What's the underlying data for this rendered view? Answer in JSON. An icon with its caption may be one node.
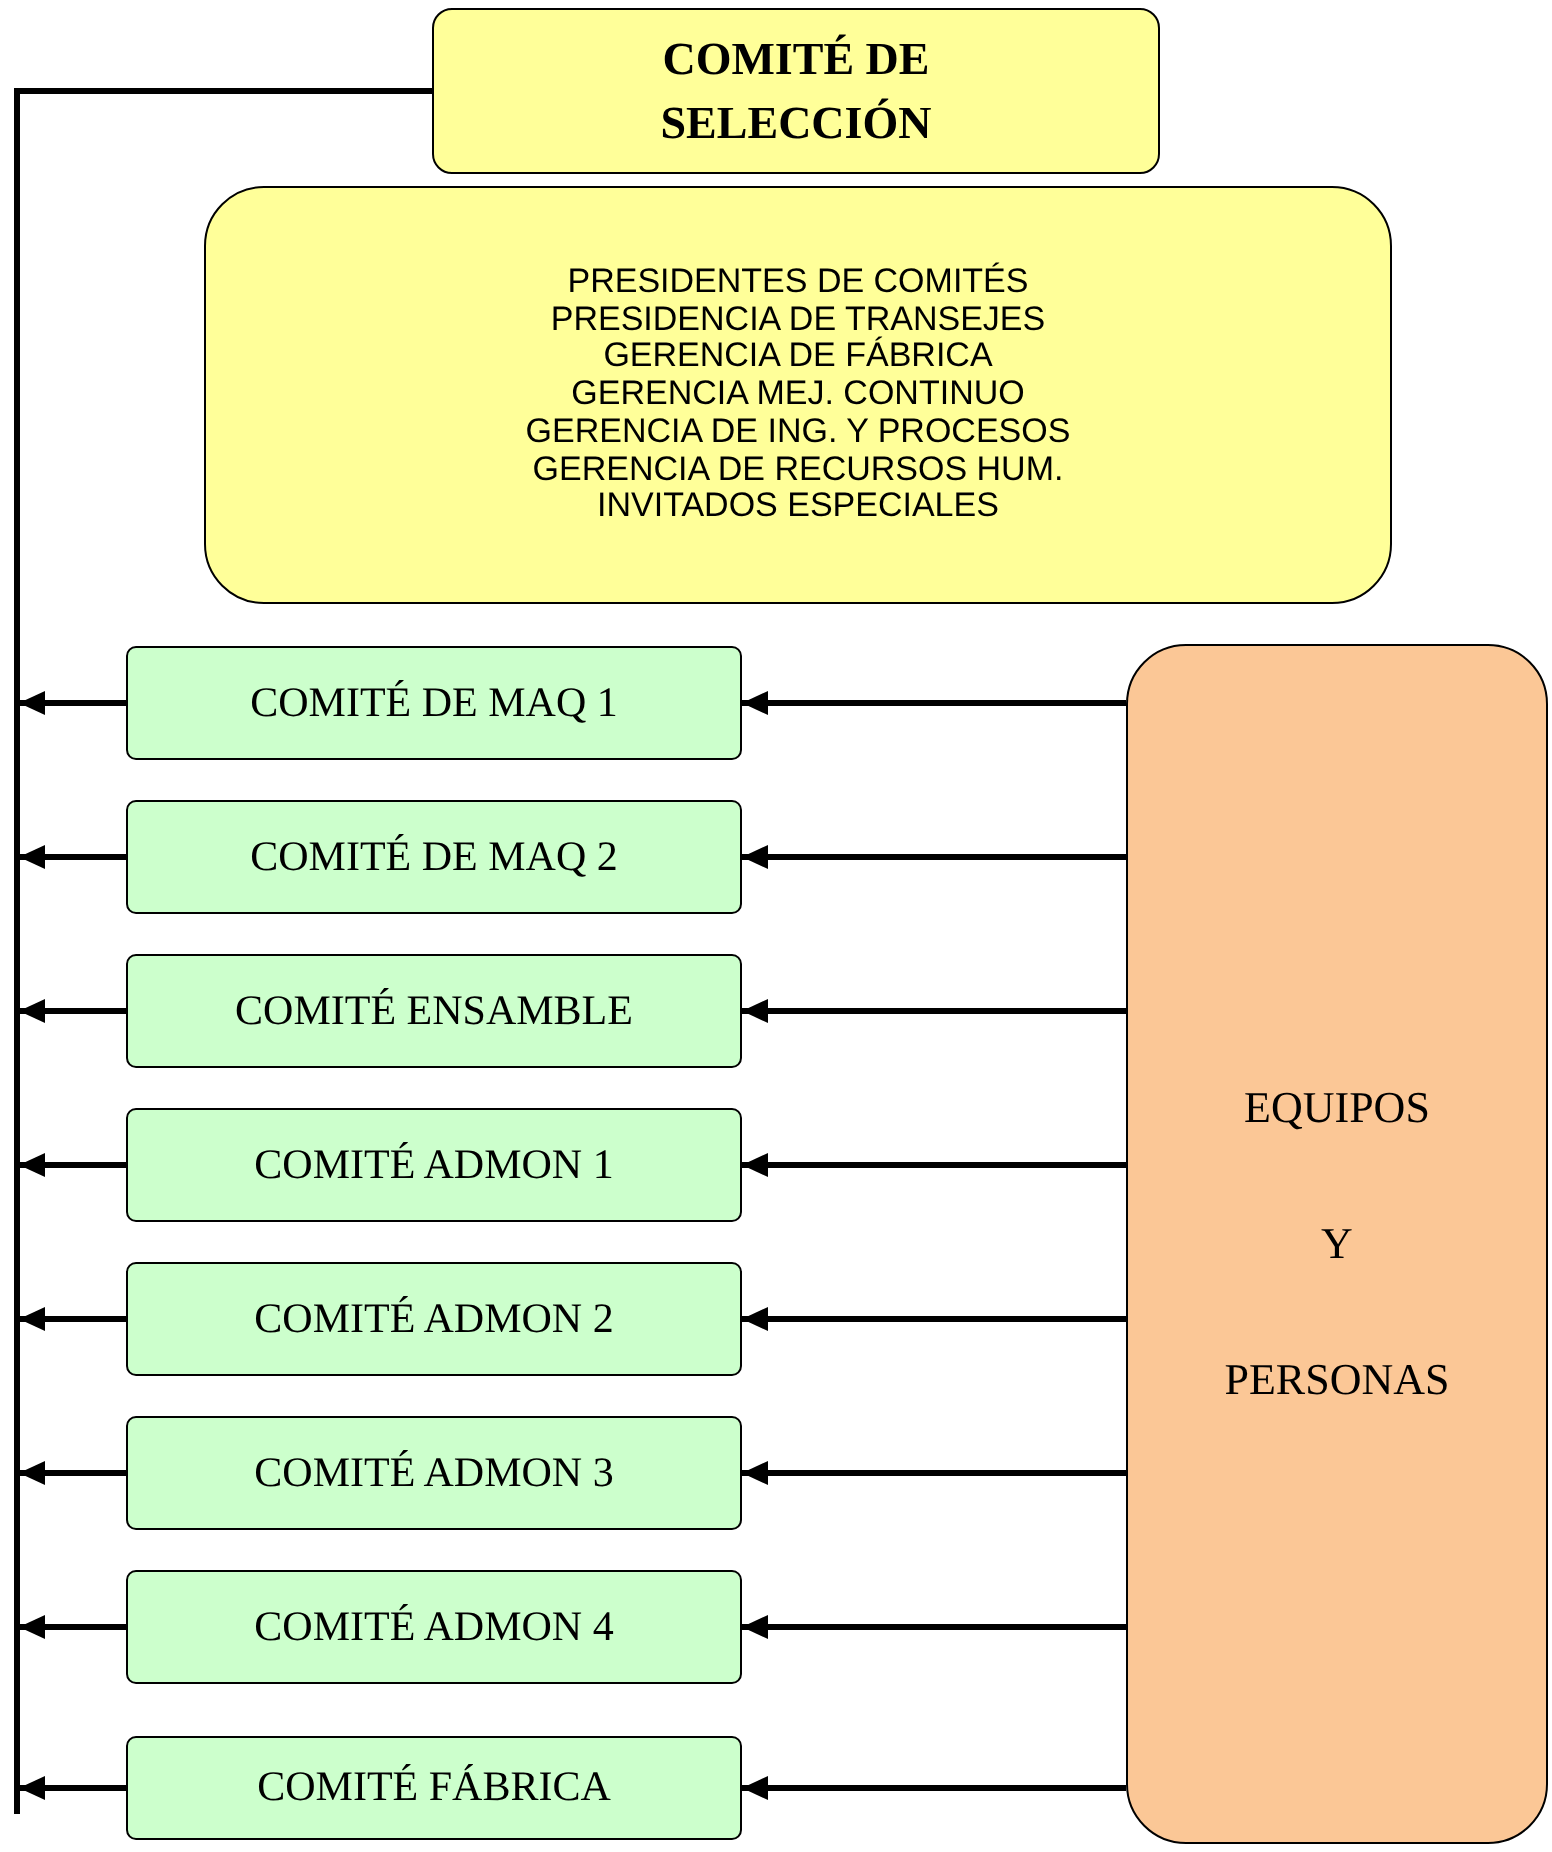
{
  "diagram": {
    "nodes": [
      {
        "text": [
          "COMITÉ DE SELECCIÓN"
        ]
      },
      {
        "text": [
          "PRESIDENTES DE COMITÉS",
          "PRESIDENCIA DE TRANSEJES",
          "GERENCIA DE FÁBRICA",
          "GERENCIA MEJ. CONTINUO",
          "GERENCIA DE ING. Y PROCESOS",
          "GERENCIA DE RECURSOS HUM.",
          "INVITADOS ESPECIALES"
        ]
      },
      {
        "text": [
          "COMITÉ DE MAQ 1"
        ]
      },
      {
        "text": [
          "COMITÉ DE MAQ 2"
        ]
      },
      {
        "text": [
          "COMITÉ ENSAMBLE"
        ]
      },
      {
        "text": [
          "COMITÉ ADMON 1"
        ]
      },
      {
        "text": [
          "COMITÉ ADMON 2"
        ]
      },
      {
        "text": [
          "COMITÉ ADMON 3"
        ]
      },
      {
        "text": [
          "COMITÉ ADMON 4"
        ]
      },
      {
        "text": [
          "COMITÉ FÁBRICA"
        ]
      },
      {
        "text": [
          "EQUIPOS Y PERSONAS"
        ]
      },
      {
        "text": [],
        "shape": "bar"
      }
    ],
    "edges": [
      {
        "from": 11,
        "to": 0,
        "arrow": "none"
      },
      {
        "from": 2,
        "to": 11,
        "arrow": "to"
      },
      {
        "from": 3,
        "to": 11,
        "arrow": "to"
      },
      {
        "from": 4,
        "to": 11,
        "arrow": "to"
      },
      {
        "from": 5,
        "to": 11,
        "arrow": "to"
      },
      {
        "from": 6,
        "to": 11,
        "arrow": "to"
      },
      {
        "from": 7,
        "to": 11,
        "arrow": "to"
      },
      {
        "from": 8,
        "to": 11,
        "arrow": "to"
      },
      {
        "from": 9,
        "to": 11,
        "arrow": "to"
      },
      {
        "from": 10,
        "to": 2,
        "arrow": "to"
      },
      {
        "from": 10,
        "to": 3,
        "arrow": "to"
      },
      {
        "from": 10,
        "to": 4,
        "arrow": "to"
      },
      {
        "from": 10,
        "to": 5,
        "arrow": "to"
      },
      {
        "from": 10,
        "to": 6,
        "arrow": "to"
      },
      {
        "from": 10,
        "to": 7,
        "arrow": "to"
      },
      {
        "from": 10,
        "to": 8,
        "arrow": "to"
      },
      {
        "from": 10,
        "to": 9,
        "arrow": "to"
      }
    ]
  }
}
